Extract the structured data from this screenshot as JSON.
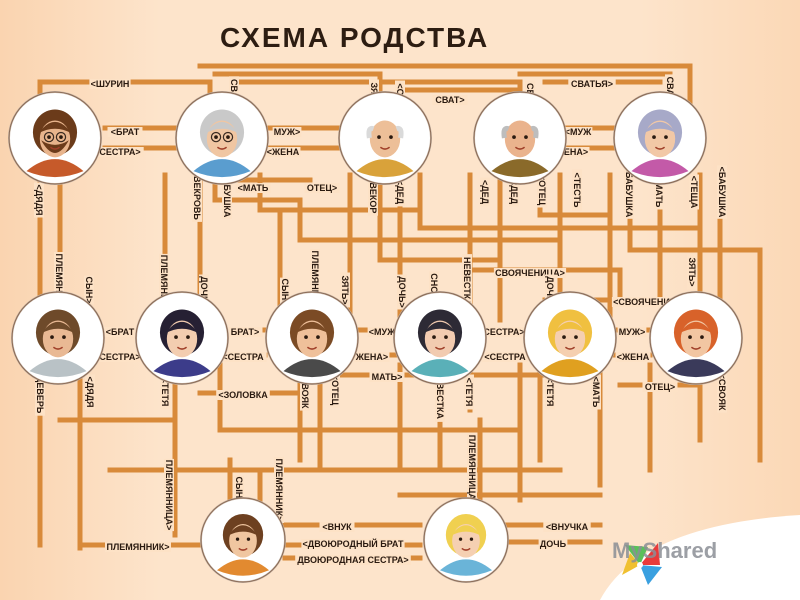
{
  "title": "СХЕМА РОДСТВА",
  "watermark": "MyShared",
  "colors": {
    "background": "#fde2c6",
    "lines": "#d88a3a",
    "text": "#2a1a10",
    "title": "#2d1d12"
  },
  "labels": {
    "top_shurin": "<ШУРИН",
    "top_svatya1": "СВАТЬЯ>",
    "top_zyat1": "ЗЯТЬ>",
    "top_svat1": "<СВАТ",
    "top_svat_mid": "СВАТ>",
    "top_svat2": "СВАТ",
    "top_svatya2": "СВАТЬЯ>",
    "top_svatya3": "СВАТЬЯ",
    "brat": "<БРАТ",
    "sestra": "СЕСТРА>",
    "muzh1": "МУЖ>",
    "zhena1": "<ЖЕНА",
    "muzh2": "<МУЖ",
    "zhena2": "ЖЕНА>",
    "dyadya": "<ДЯДЯ",
    "svekrov": "<СВЕКРОВЬ",
    "babushka1": "<БАБУШКА",
    "mat1": "<МАТЬ",
    "otec1": "ОТЕЦ>",
    "svekor": "<СВЕКОР",
    "ded1": "<ДЕД",
    "ded2": "<ДЕД",
    "ded3": "<ДЕД",
    "otec2": "<ОТЕЦ",
    "test": "<ТЕСТЬ",
    "babushka2": "<БАБУШКА",
    "mat2": "<МАТЬ",
    "teshcha": "<ТЕЩА",
    "babushka3": "<БАБУШКА",
    "plemyannik1": "ПЛЕМЯННИК>",
    "syn1": "СЫН>",
    "plemyannitsa1": "ПЛЕМЯННИЦА>",
    "doch1": "ДОЧЬ>",
    "syn2": "СЫН>",
    "plemyannik2": "ПЛЕМЯННИК>",
    "zyat2": "ЗЯТЬ>",
    "doch2": "ДОЧЬ>",
    "snokha": "СНОХА>",
    "nevestka1": "НЕВЕСТКА>",
    "svoyachenitsa1": "СВОЯЧЕНИЦА>",
    "doch3": "ДОЧЬ>",
    "svoyachenitsa2": "<СВОЯЧЕНИЦА",
    "zyat3": "ЗЯТЬ>",
    "brat2": "<БРАТ",
    "brat3": "БРАТ>",
    "muzh3": "<МУЖ",
    "sestra2": "СЕСТРА>",
    "muzh4": "МУЖ>",
    "sestra3": "СЕСТРА>",
    "sestra4": "<СЕСТРА",
    "zhena3": "ЖЕНА>",
    "zhena4": "<ЖЕНА",
    "mat3": "МАТЬ>",
    "otec3": "ОТЕЦ>",
    "dever": "<ДЕВЕРЬ",
    "dyadya2": "<ДЯДЯ",
    "tetya1": "<ТЕТЯ",
    "zolovka": "<ЗОЛОВКА",
    "svoyak1": "<СВОЯК",
    "otec4": "<ОТЕЦ",
    "nevestka2": "<НЕВЕСТКА",
    "tetya2": "<ТЕТЯ",
    "tetya3": "<ТЕТЯ",
    "mat4": "<МАТЬ",
    "svoyak2": "<СВОЯК",
    "plemyannitsa2": "ПЛЕМЯННИЦА>",
    "plemyannik3": "ПЛЕМЯННИК>",
    "syn3": "СЫН>",
    "plemyannitsa3": "ПЛЕМЯННИЦА>",
    "vnuk": "<ВНУК",
    "dvoyurodny_brat": "<ДВОЮРОДНЫЙ БРАТ",
    "dvoyurodnaya_sestra": "ДВОЮРОДНАЯ СЕСТРА>",
    "vnuchka": "<ВНУЧКА",
    "doch4": "ДОЧЬ",
    "plemyannik4": "ПЛЕМЯННИК>"
  },
  "people": [
    {
      "name": "man-beard-glasses",
      "hair": "#6b3b1a",
      "skin": "#e8b48c",
      "shirt": "#c65a2a",
      "beard": true
    },
    {
      "name": "grandma-1",
      "hair": "#c9c9c9",
      "skin": "#f0c6a2",
      "shirt": "#5a9dcf",
      "glasses": true
    },
    {
      "name": "grandpa-1",
      "hair": "#dadada",
      "skin": "#edbf98",
      "shirt": "#d9a23a",
      "bald": true
    },
    {
      "name": "grandpa-2",
      "hair": "#bdbdbd",
      "skin": "#eab38d",
      "shirt": "#8a6a2a",
      "bald": true
    },
    {
      "name": "grandma-2",
      "hair": "#a7a9c8",
      "skin": "#f2c8a6",
      "shirt": "#c35aa8"
    },
    {
      "name": "man-mustache",
      "hair": "#6e4a2a",
      "skin": "#e9b994",
      "shirt": "#b9c2c6"
    },
    {
      "name": "woman-dark-hair",
      "hair": "#262033",
      "skin": "#f3cdb0",
      "shirt": "#3c3c8a"
    },
    {
      "name": "man-young",
      "hair": "#7b4b25",
      "skin": "#efc09a",
      "shirt": "#4a4a4a"
    },
    {
      "name": "woman-short-hair",
      "hair": "#2d2a35",
      "skin": "#f2cbb0",
      "shirt": "#5ab0b8"
    },
    {
      "name": "woman-blonde",
      "hair": "#f0c040",
      "skin": "#f5cfb0",
      "shirt": "#e0a020"
    },
    {
      "name": "man-red-hair",
      "hair": "#d8622a",
      "skin": "#f2c6a2",
      "shirt": "#3a3a5a"
    },
    {
      "name": "boy",
      "hair": "#6d4020",
      "skin": "#f0c6a0",
      "shirt": "#e28a30"
    },
    {
      "name": "girl",
      "hair": "#f0d050",
      "skin": "#f5d0b2",
      "shirt": "#6ab4d8"
    }
  ]
}
